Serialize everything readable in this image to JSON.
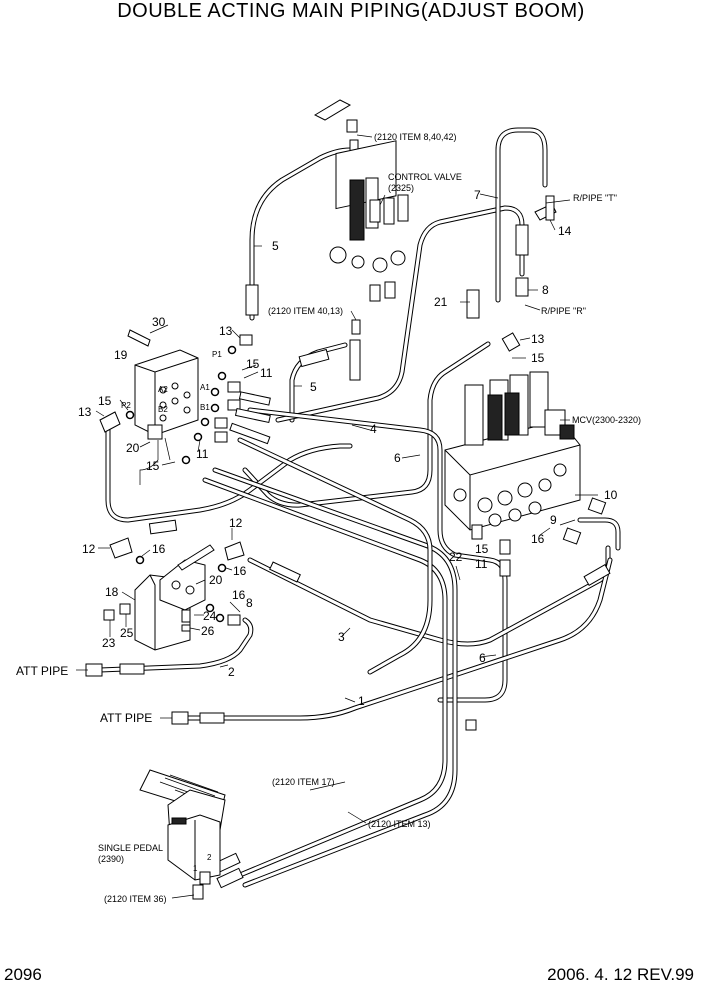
{
  "page": {
    "title": "DOUBLE ACTING MAIN PIPING(ADJUST BOOM)",
    "page_number": "2096",
    "date_rev": "2006. 4. 12  REV.99"
  },
  "labels": {
    "ref_2120_8_40_42": "(2120 ITEM 8,40,42)",
    "control_valve": "CONTROL VALVE",
    "control_valve_no": "(2325)",
    "ref_2120_40_13": "(2120 ITEM 40,13)",
    "r_pipe_t": "R/PIPE \"T\"",
    "r_pipe_r": "R/PIPE \"R\"",
    "mcv": "MCV(2300-2320)",
    "att_pipe_1": "ATT PIPE",
    "att_pipe_2": "ATT PIPE",
    "ref_2120_17": "(2120 ITEM 17)",
    "ref_2120_13": "(2120 ITEM 13)",
    "single_pedal": "SINGLE PEDAL",
    "single_pedal_no": "(2390)",
    "ref_2120_36": "(2120 ITEM 36)",
    "port_p1": "P1",
    "port_a1": "A1",
    "port_b1": "B1",
    "port_a2": "A2",
    "port_b2": "B2",
    "port_p2": "P2",
    "pedal_port_1": "1",
    "pedal_port_2": "2"
  },
  "callouts": {
    "c1": "1",
    "c2": "2",
    "c3": "3",
    "c4": "4",
    "c5a": "5",
    "c5b": "5",
    "c6a": "6",
    "c6b": "6",
    "c7": "7",
    "c8a": "8",
    "c8b": "8",
    "c9": "9",
    "c10": "10",
    "c11a": "11",
    "c11b": "11",
    "c11c": "11",
    "c12a": "12",
    "c12b": "12",
    "c13a": "13",
    "c13b": "13",
    "c13c": "13",
    "c14": "14",
    "c15a": "15",
    "c15b": "15",
    "c15c": "15",
    "c15d": "15",
    "c15e": "15",
    "c16a": "16",
    "c16b": "16",
    "c16c": "16",
    "c16d": "16",
    "c18": "18",
    "c19": "19",
    "c20a": "20",
    "c20b": "20",
    "c21": "21",
    "c22": "22",
    "c23": "23",
    "c24": "24",
    "c25": "25",
    "c26": "26",
    "c30": "30"
  }
}
